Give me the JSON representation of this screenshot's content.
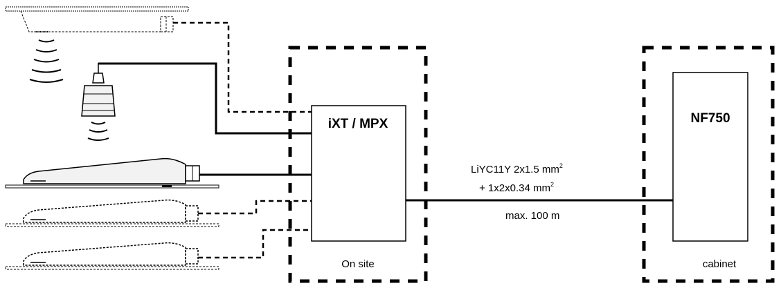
{
  "devices": {
    "ixt": {
      "label": "iXT / MPX"
    },
    "nf750": {
      "label": "NF750"
    }
  },
  "cable": {
    "line1": "LiYC11Y 2x1.5 mm",
    "line1_sup": "2",
    "line2": "+ 1x2x0.34 mm",
    "line2_sup": "2",
    "length": "max. 100 m"
  },
  "zones": {
    "on_site": "On site",
    "cabinet": "cabinet"
  },
  "colors": {
    "line": "#000000",
    "sensor_fill": "#f2f2f2",
    "background": "#ffffff"
  }
}
